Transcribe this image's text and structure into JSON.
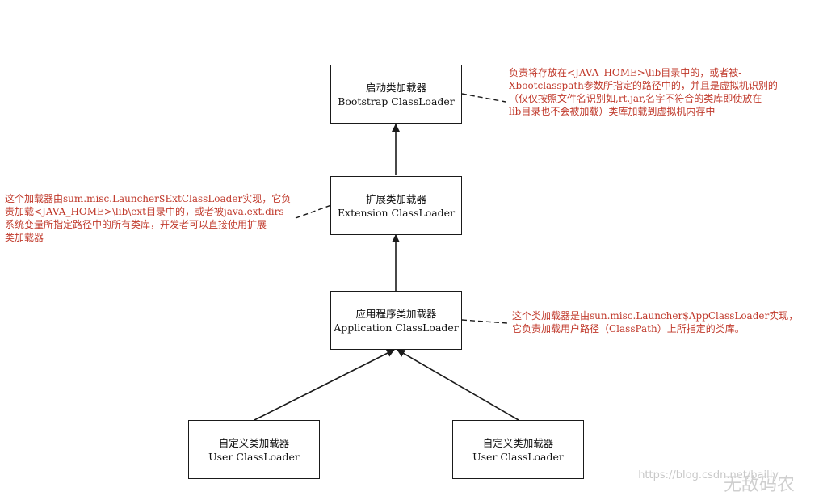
{
  "nodes": {
    "bootstrap": {
      "cn": "启动类加载器",
      "en": "Bootstrap ClassLoader"
    },
    "extension": {
      "cn": "扩展类加载器",
      "en": "Extension ClassLoader"
    },
    "application": {
      "cn": "应用程序类加载器",
      "en": "Application ClassLoader"
    },
    "user_left": {
      "cn": "自定义类加载器",
      "en": "User ClassLoader"
    },
    "user_right": {
      "cn": "自定义类加载器",
      "en": "User ClassLoader"
    }
  },
  "notes": {
    "bootstrap": [
      "负责将存放在<JAVA_HOME>\\lib目录中的，或者被-",
      "Xbootclasspath参数所指定的路径中的，并且是虚拟机识别的",
      "（仅仅按照文件名识别如,rt.jar,名字不符合的类库即使放在",
      "lib目录也不会被加载）类库加载到虚拟机内存中"
    ],
    "extension": [
      "这个加载器由sum.misc.Launcher$ExtClassLoader实现，它负",
      "责加载<JAVA_HOME>\\lib\\ext目录中的，或者被java.ext.dirs",
      "系统变量所指定路径中的所有类库，开发者可以直接使用扩展",
      "类加载器"
    ],
    "application": [
      "这个类加载器是由sun.misc.Launcher$AppClassLoader实现，",
      "它负责加载用户路径（ClassPath）上所指定的类库。"
    ]
  },
  "watermark": "https://blog.csdn.net/bailiy",
  "brand": "无敌码农",
  "colors": {
    "note_text": "#c0392b",
    "lines": "#1a1a1a",
    "background": "#ffffff"
  }
}
